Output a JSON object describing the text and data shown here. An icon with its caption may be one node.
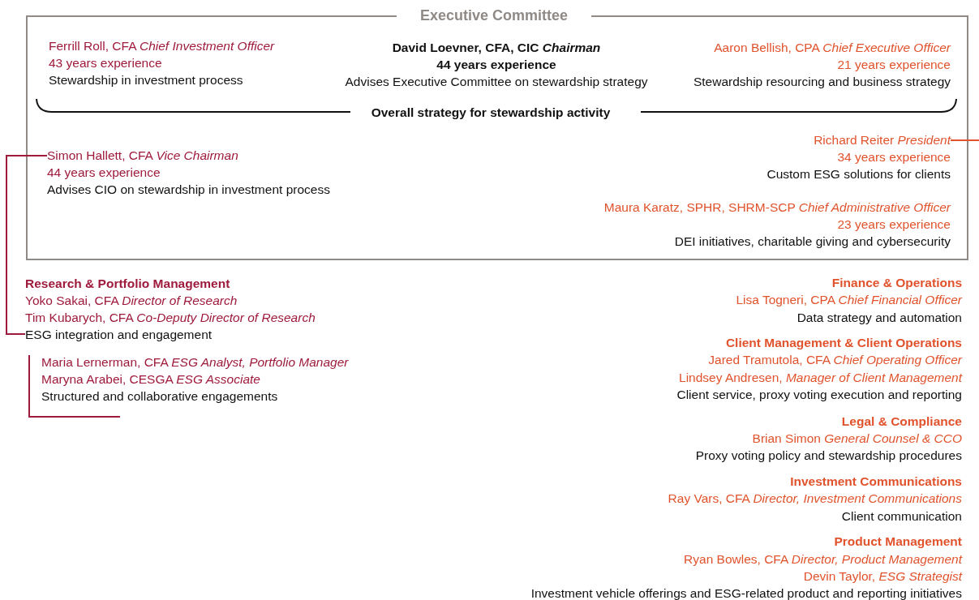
{
  "diagram": {
    "nodes": [
      {
        "text": [
          "Executive Committee"
        ]
      },
      {
        "text": [
          "Ferrill Roll, CFA *Chief Investment Officer*",
          "43 years experience",
          "Stewardship in investment process"
        ],
        "in": 0
      },
      {
        "text": [
          "David Loevner, CFA, CIC *Chairman*",
          "44 years experience",
          "Advises Executive Committee on stewardship strategy"
        ],
        "in": 0
      },
      {
        "text": [
          "Aaron Bellish, CPA *Chief Executive Officer*",
          "21 years experience",
          "Stewardship resourcing and business strategy"
        ],
        "in": 0
      },
      {
        "text": [
          "Richard Reiter *President*",
          "34 years experience",
          "Custom ESG solutions for clients"
        ],
        "in": 0
      },
      {
        "text": [
          "Simon Hallett, CFA *Vice Chairman*",
          "44 years experience",
          "Advises CIO on stewardship in investment process"
        ],
        "in": 0
      },
      {
        "text": [
          "Maura Karatz, SPHR, SHRM-SCP *Chief Administrative Officer*",
          "23 years experience",
          "DEI initiatives, charitable giving and cybersecurity"
        ],
        "in": 0
      },
      {
        "text": [
          "Research & Portfolio Management",
          "Yoko Sakai, CFA *Director of Research*",
          "Tim Kubarych, CFA *Co-Deputy Director of Research*",
          "ESG integration and engagement"
        ]
      },
      {
        "text": [
          "Maria Lernerman, CFA *ESG Analyst, Portfolio Manager*",
          "Maryna Arabei, CESGA *ESG Associate*",
          "Structured and collaborative engagements"
        ]
      }
    ],
    "edges": [
      {
        "from": 5,
        "to": 7,
        "arrow": "none",
        "color": "#9e1b3c"
      },
      {
        "from": 4,
        "to": null,
        "arrow": "none",
        "color": "#e0532d"
      }
    ],
    "labels": [
      "Overall strategy for stewardship activity",
      "Finance & Operations",
      "Lisa Togneri, CPA *Chief Financial Officer*",
      "Data strategy and automation",
      "Client Management & Client Operations",
      "Jared Tramutola, CFA *Chief Operating Officer*",
      "Lindsey Andresen, *Manager of Client Management*",
      "Client service, proxy voting execution and reporting",
      "Legal & Compliance",
      "Brian Simon *General Counsel & CCO*",
      "Proxy voting policy and stewardship procedures",
      "Investment Communications",
      "Ray Vars, CFA *Director, Investment Communications*",
      "Client communication",
      "Product Management",
      "Ryan Bowles, CFA *Director, Product Management*",
      "Devin Taylor, *ESG Strategist*",
      "Investment vehicle offerings and ESG-related product and reporting initiatives"
    ]
  }
}
